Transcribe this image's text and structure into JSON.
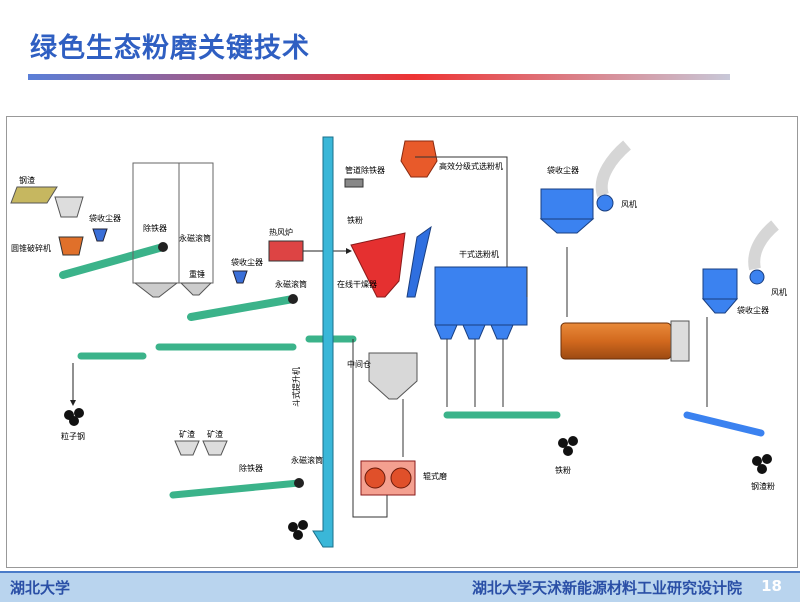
{
  "slide": {
    "title": "绿色生态粉磨关键技术",
    "footer_left": "湖北大学",
    "footer_right": "湖北大学天沭新能源材料工业研究设计院",
    "page_number": "18"
  },
  "diagram": {
    "labels": {
      "steel_slag": "钢渣",
      "jaw_crusher": "圆锥破碎机",
      "bag_collector_1": "袋收尘器",
      "iron_remover_1": "除铁器",
      "wet_mag_drum_1": "永磁滚筒",
      "heavy_hammer": "重锤",
      "hot_air_furnace": "热风炉",
      "bag_collector_2": "袋收尘器",
      "wet_mag_drum_2": "永磁滚筒",
      "pipeline_iron_remover": "管道除铁器",
      "iron_powder_1": "铁粉",
      "inline_dryer": "在线干燥器",
      "high_eff_separator": "高效分级式选粉机",
      "dry_separator": "干式选粉机",
      "bag_collector_3": "袋收尘器",
      "fan_1": "风机",
      "fan_2": "风机",
      "bag_collector_4": "袋收尘器",
      "intermediate_bin": "中间仓",
      "bucket_elevator": "斗式提升机",
      "roller_press": "辊式磨",
      "ore_slag_1": "矿渣",
      "ore_slag_2": "矿渣",
      "iron_remover_2": "除铁器",
      "wet_mag_drum_3": "永磁滚筒",
      "granular_steel": "粒子钢",
      "iron_powder_2": "铁粉",
      "steel_slag_powder": "钢渣粉"
    }
  }
}
